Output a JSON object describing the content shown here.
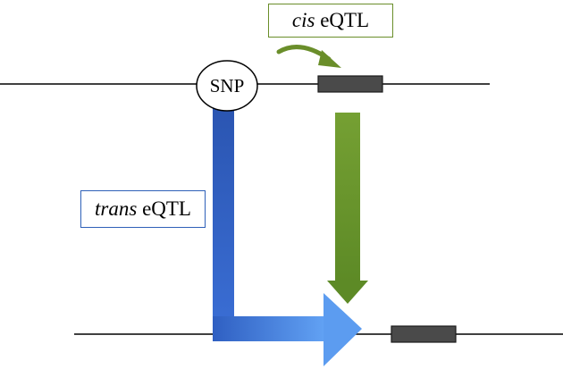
{
  "snp_label": "SNP",
  "cis_label": {
    "italic": "cis",
    "rest": " eQTL"
  },
  "trans_label": {
    "italic": "trans",
    "rest": " eQTL"
  },
  "colors": {
    "cis_arrow": "#6a8e2a",
    "cis_box_border": "#6a8e2a",
    "trans_arrow": "#2c5bbf",
    "trans_box_border": "#2e60b8",
    "gene_block": "#4a4a4a",
    "line": "#000000"
  }
}
